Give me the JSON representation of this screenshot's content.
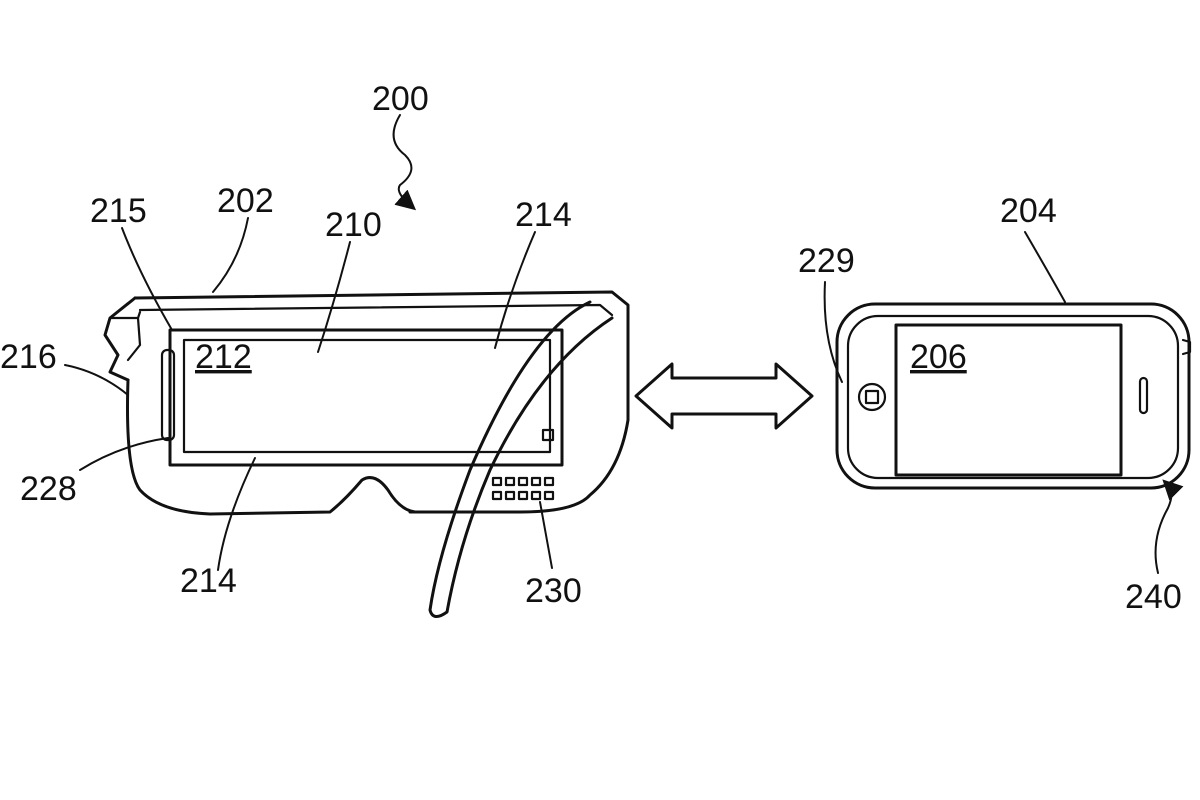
{
  "labels": {
    "system": "200",
    "headset_frame": "202",
    "phone": "204",
    "phone_screen": "206",
    "viewing_area": "210",
    "display_area": "212",
    "lens_top": "214",
    "lens_bottom": "214",
    "edge": "215",
    "side_wall": "216",
    "slot": "228",
    "home_button": "229",
    "buttons": "230",
    "connector": "240"
  }
}
